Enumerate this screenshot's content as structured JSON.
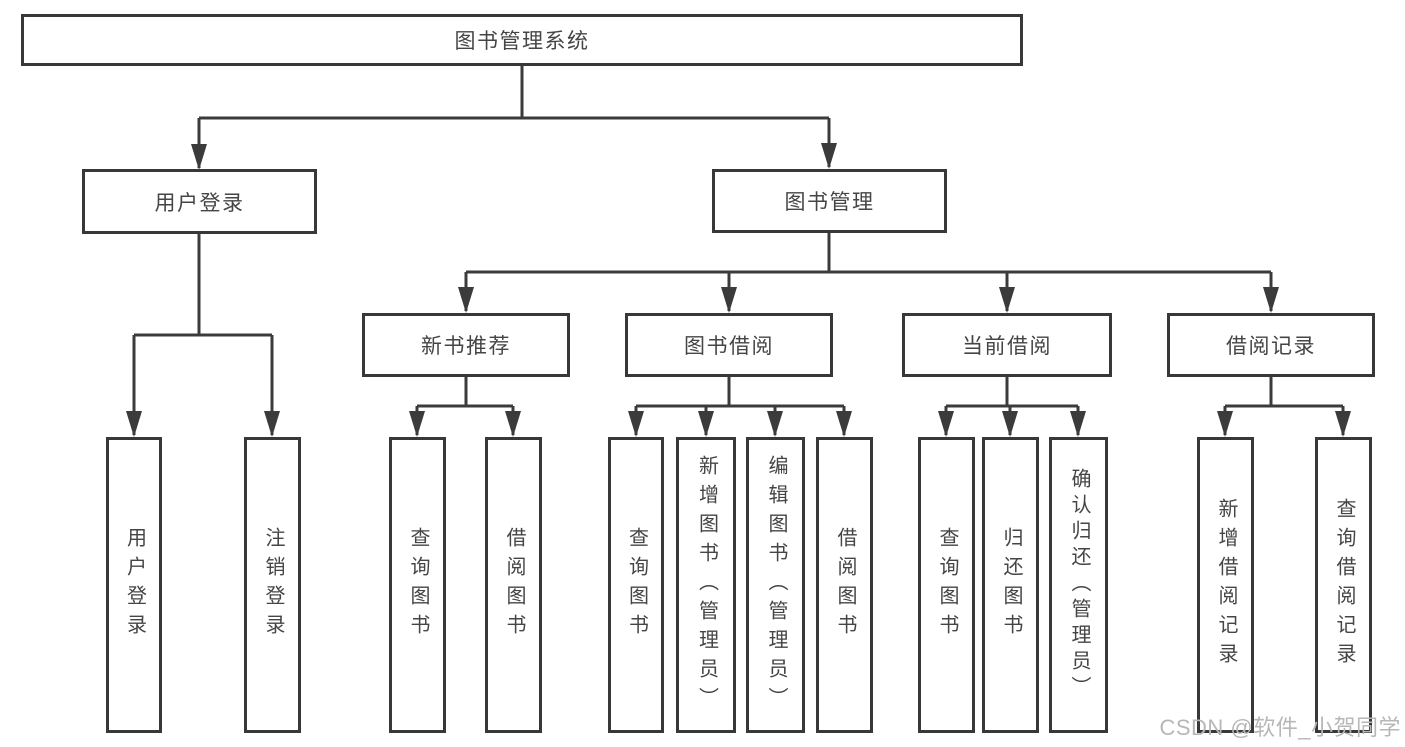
{
  "diagram": {
    "title_node": {
      "label": "图书管理系统"
    },
    "level2": [
      {
        "label": "用户登录"
      },
      {
        "label": "图书管理"
      }
    ],
    "level3": [
      {
        "label": "新书推荐",
        "parent": "图书管理"
      },
      {
        "label": "图书借阅",
        "parent": "图书管理"
      },
      {
        "label": "当前借阅",
        "parent": "图书管理"
      },
      {
        "label": "借阅记录",
        "parent": "图书管理"
      }
    ],
    "leaves": [
      {
        "label": "用户登录",
        "parent": "用户登录"
      },
      {
        "label": "注销登录",
        "parent": "用户登录"
      },
      {
        "label": "查询图书",
        "parent": "新书推荐"
      },
      {
        "label": "借阅图书",
        "parent": "新书推荐"
      },
      {
        "label": "查询图书",
        "parent": "图书借阅"
      },
      {
        "label": "新增图书（管理员）",
        "parent": "图书借阅"
      },
      {
        "label": "编辑图书（管理员）",
        "parent": "图书借阅"
      },
      {
        "label": "借阅图书",
        "parent": "图书借阅"
      },
      {
        "label": "查询图书",
        "parent": "当前借阅"
      },
      {
        "label": "归还图书",
        "parent": "当前借阅"
      },
      {
        "label": "确认归还（管理员）",
        "parent": "当前借阅"
      },
      {
        "label": "新增借阅记录",
        "parent": "借阅记录"
      },
      {
        "label": "查询借阅记录",
        "parent": "借阅记录"
      }
    ],
    "colors": {
      "line": "#3b3b3b",
      "box_border": "#383838",
      "text": "#454545",
      "watermark": "#b7b7ba",
      "background": "#ffffff"
    },
    "watermark": "CSDN @软件_小贺同学"
  }
}
